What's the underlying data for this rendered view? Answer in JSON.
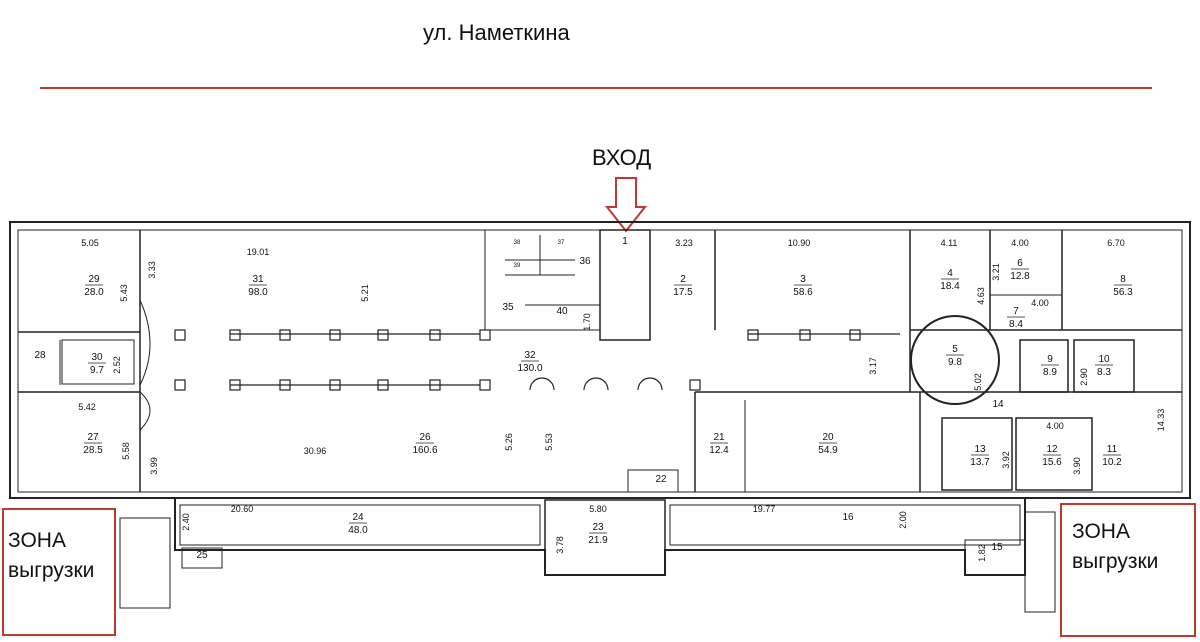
{
  "street": "ул. Наметкина",
  "entrance": "ВХОД",
  "zones": {
    "left": [
      "ЗОНА",
      "выгрузки"
    ],
    "right": [
      "ЗОНА",
      "выгрузки"
    ]
  },
  "colors": {
    "street_line": "#c0392b",
    "zone_border": "#c0392b",
    "wall": "#222222"
  },
  "rooms": [
    {
      "no": "1",
      "area": ""
    },
    {
      "no": "2",
      "area": "17.5"
    },
    {
      "no": "3",
      "area": "58.6"
    },
    {
      "no": "4",
      "area": "18.4"
    },
    {
      "no": "5",
      "area": "9.8"
    },
    {
      "no": "6",
      "area": "12.8"
    },
    {
      "no": "7",
      "area": "8.4"
    },
    {
      "no": "8",
      "area": "56.3"
    },
    {
      "no": "9",
      "area": "8.9"
    },
    {
      "no": "10",
      "area": "8.3"
    },
    {
      "no": "11",
      "area": "10.2"
    },
    {
      "no": "12",
      "area": "15.6"
    },
    {
      "no": "13",
      "area": "13.7"
    },
    {
      "no": "14",
      "area": ""
    },
    {
      "no": "15",
      "area": ""
    },
    {
      "no": "16",
      "area": ""
    },
    {
      "no": "20",
      "area": "54.9"
    },
    {
      "no": "21",
      "area": "12.4"
    },
    {
      "no": "22",
      "area": ""
    },
    {
      "no": "23",
      "area": "21.9"
    },
    {
      "no": "24",
      "area": "48.0"
    },
    {
      "no": "25",
      "area": ""
    },
    {
      "no": "26",
      "area": "160.6"
    },
    {
      "no": "27",
      "area": "28.5"
    },
    {
      "no": "28",
      "area": ""
    },
    {
      "no": "29",
      "area": "28.0"
    },
    {
      "no": "30",
      "area": "9.7"
    },
    {
      "no": "31",
      "area": "98.0"
    },
    {
      "no": "32",
      "area": "130.0"
    },
    {
      "no": "35",
      "area": ""
    },
    {
      "no": "36",
      "area": ""
    },
    {
      "no": "37",
      "area": ""
    },
    {
      "no": "38",
      "area": ""
    },
    {
      "no": "39",
      "area": ""
    },
    {
      "no": "40",
      "area": ""
    }
  ],
  "dimensions": [
    "5.05",
    "3.33",
    "5.43",
    "19.01",
    "5.21",
    "2.52",
    "1.70",
    "3.23",
    "10.90",
    "4.11",
    "4.00",
    "3.21",
    "4.63",
    "6.70",
    "4.00",
    "3.17",
    "5.02",
    "2.90",
    "14",
    "14.33",
    "4.00",
    "3.92",
    "3.90",
    "5.42",
    "5.58",
    "3.99",
    "30.96",
    "5.26",
    "5.53",
    "20.60",
    "2.40",
    "3.78",
    "5.80",
    "19.77",
    "2.00",
    "1.82"
  ]
}
